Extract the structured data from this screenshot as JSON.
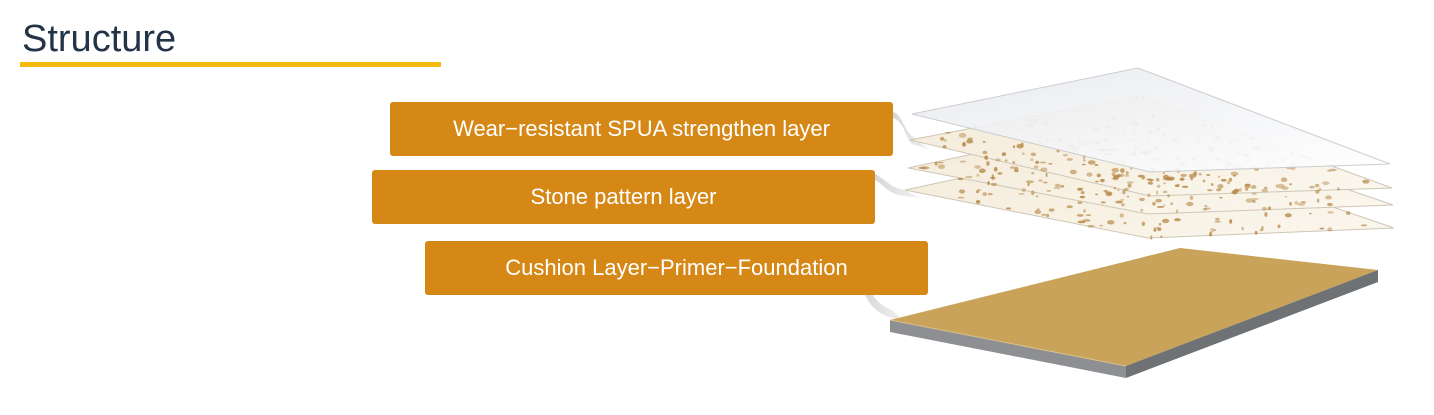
{
  "page": {
    "title": "Structure"
  },
  "layers": [
    {
      "label": "Wear−resistant SPUA strengthen layer"
    },
    {
      "label": "Stone pattern layer"
    },
    {
      "label": "Cushion Layer−Primer−Foundation"
    }
  ],
  "colors": {
    "title_text": "#243447",
    "accent_underline": "#f2b90f",
    "label_fill": "#d68817",
    "label_text": "#ffffff",
    "foundation_top": "#c9a35a",
    "foundation_side": "#8d8f92",
    "speckle": "#b88a4a"
  }
}
